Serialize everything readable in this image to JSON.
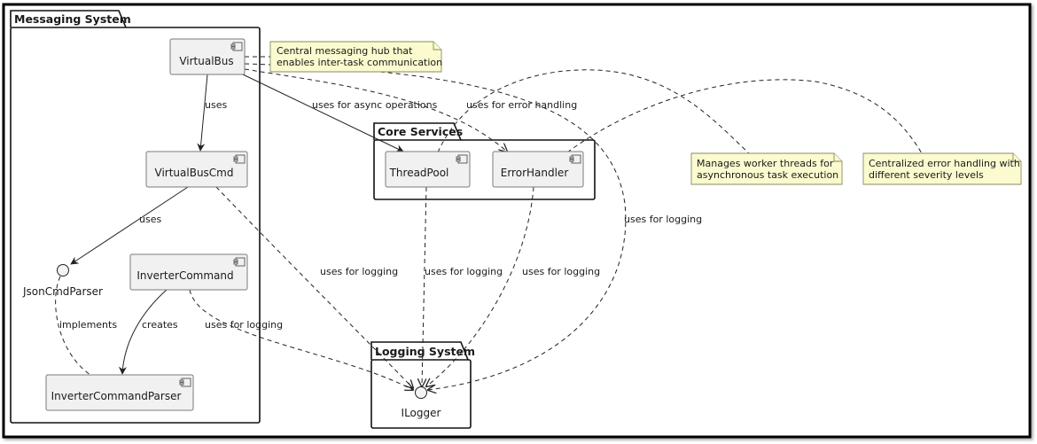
{
  "packages": {
    "messaging": {
      "title": "Messaging System"
    },
    "core": {
      "title": "Core Services"
    },
    "logging": {
      "title": "Logging System"
    }
  },
  "components": {
    "virtualbus": "VirtualBus",
    "virtualbuscmd": "VirtualBusCmd",
    "invertercommand": "InverterCommand",
    "invertercommandparser": "InverterCommandParser",
    "threadpool": "ThreadPool",
    "errorhandler": "ErrorHandler"
  },
  "interfaces": {
    "jsoncmdparser": "JsonCmdParser",
    "ilogger": "ILogger"
  },
  "notes": {
    "virtualbus": [
      "Central messaging hub that",
      "enables inter-task communication"
    ],
    "threadpool": [
      "Manages worker threads for",
      "asynchronous task execution"
    ],
    "errorhandler": [
      "Centralized error handling with",
      "different severity levels"
    ]
  },
  "edges": {
    "vb_to_vbcmd": "uses",
    "vbcmd_to_json": "uses",
    "json_to_parser": "implements",
    "invcmd_to_parser": "creates",
    "vb_to_threadpool": "uses for async operations",
    "vb_to_errorhandler": "uses for error handling",
    "vb_to_logger": "uses for logging",
    "vbcmd_to_logger": "uses for logging",
    "invcmd_to_logger": "uses for logging",
    "threadpool_to_logger": "uses for logging",
    "errorhandler_to_logger": "uses for logging"
  },
  "colors": {
    "component_fill": "#f1f1f1",
    "note_fill": "#fbfbcf",
    "package_border": "#111111"
  }
}
